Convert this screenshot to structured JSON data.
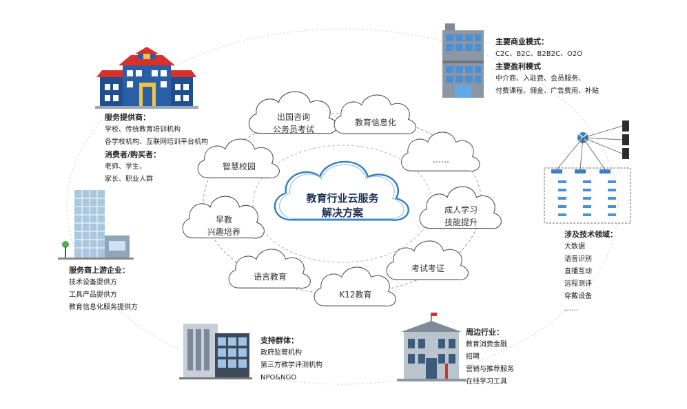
{
  "center": {
    "line1": "教育行业云服务",
    "line2": "解决方案"
  },
  "clouds": [
    {
      "id": "chuguo",
      "lines": [
        "出国咨询",
        "公务员考试"
      ]
    },
    {
      "id": "xinxihua",
      "lines": [
        "教育信息化"
      ]
    },
    {
      "id": "more",
      "lines": [
        "……"
      ]
    },
    {
      "id": "chengren",
      "lines": [
        "成人学习",
        "技能提升"
      ]
    },
    {
      "id": "kaoshi",
      "lines": [
        "考试考证"
      ]
    },
    {
      "id": "k12",
      "lines": [
        "K12教育"
      ]
    },
    {
      "id": "yuyan",
      "lines": [
        "语言教育"
      ]
    },
    {
      "id": "zaojiao",
      "lines": [
        "早教",
        "兴趣培养"
      ]
    },
    {
      "id": "zhihui",
      "lines": [
        "智慧校园"
      ]
    }
  ],
  "business_model": {
    "heading1": "主要商业模式：",
    "models": "C2C、B2C、B2B2C、O2O",
    "heading2": "主要盈利模式",
    "profit_line1": "中介商、入驻费、会员服务、",
    "profit_line2": "付费课程、佣金、广告费用、补贴"
  },
  "providers": {
    "heading1": "服务提供商：",
    "line1": "学校、传统教育培训机构",
    "line2": "各学校机构、互联网培训平台机构",
    "heading2": "消费者/购买者：",
    "line3": "老师、学生、",
    "line4": "家长、职业人群"
  },
  "upstream": {
    "heading": "服务商上游企业：",
    "line1": "技术设备提供方",
    "line2": "工具产品提供方",
    "line3": "教育信息化服务提供方"
  },
  "support": {
    "heading": "支持群体：",
    "line1": "政府监管机构",
    "line2": "第三方教学评测机构",
    "line3": "NPO&NGO"
  },
  "peripheral": {
    "heading": "周边行业：",
    "line1": "教育消费金融",
    "line2": "招聘",
    "line3": "营销与推荐服务",
    "line4": "在线学习工具"
  },
  "tech": {
    "heading": "涉及技术领域：",
    "line1": "大数据",
    "line2": "语音识别",
    "line3": "直播互动",
    "line4": "远程测评",
    "line5": "穿戴设备",
    "line6": "……"
  },
  "colors": {
    "cloud_stroke": "#4a4a4a",
    "center_stroke": "#2f7fc1",
    "ring": "#aaaaaa",
    "brand_blue": "#3b7fc4",
    "school_red": "#d9302b"
  }
}
